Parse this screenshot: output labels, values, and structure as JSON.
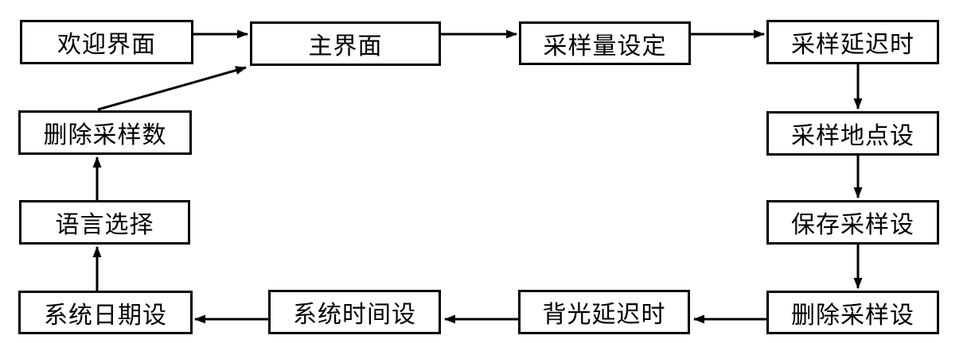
{
  "diagram": {
    "type": "flowchart",
    "description": "Device menu navigation flow, clockwise loop",
    "nodes": [
      {
        "id": "welcome",
        "label": "欢迎界面"
      },
      {
        "id": "main",
        "label": "主界面"
      },
      {
        "id": "sample-quantity",
        "label": "采样量设定"
      },
      {
        "id": "sample-delay",
        "label": "采样延迟时"
      },
      {
        "id": "sample-location",
        "label": "采样地点设"
      },
      {
        "id": "save-sample-settings",
        "label": "保存采样设"
      },
      {
        "id": "delete-sample-settings",
        "label": "删除采样设"
      },
      {
        "id": "backlight-delay",
        "label": "背光延迟时"
      },
      {
        "id": "system-time",
        "label": "系统时间设"
      },
      {
        "id": "system-date",
        "label": "系统日期设"
      },
      {
        "id": "language-select",
        "label": "语言选择"
      },
      {
        "id": "delete-sample-data",
        "label": "删除采样数"
      }
    ],
    "edges": [
      {
        "from": "welcome",
        "to": "main"
      },
      {
        "from": "main",
        "to": "sample-quantity"
      },
      {
        "from": "sample-quantity",
        "to": "sample-delay"
      },
      {
        "from": "sample-delay",
        "to": "sample-location"
      },
      {
        "from": "sample-location",
        "to": "save-sample-settings"
      },
      {
        "from": "save-sample-settings",
        "to": "delete-sample-settings"
      },
      {
        "from": "delete-sample-settings",
        "to": "backlight-delay"
      },
      {
        "from": "backlight-delay",
        "to": "system-time"
      },
      {
        "from": "system-time",
        "to": "system-date"
      },
      {
        "from": "system-date",
        "to": "language-select"
      },
      {
        "from": "language-select",
        "to": "delete-sample-data"
      },
      {
        "from": "delete-sample-data",
        "to": "main"
      }
    ],
    "colors": {
      "background": "#ffffff",
      "box_fill": "#ffffff",
      "box_border": "#000000",
      "arrow": "#000000",
      "text": "#000000"
    }
  }
}
